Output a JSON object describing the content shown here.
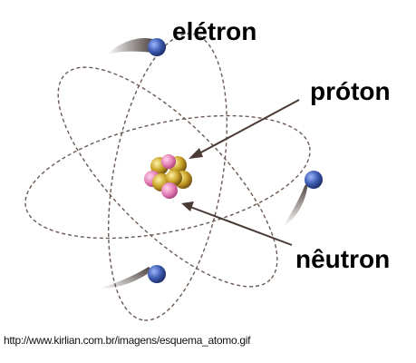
{
  "labels": {
    "electron": "elétron",
    "proton": "próton",
    "neutron": "nêutron"
  },
  "source_url": "http://www.kirlian.com.br/imagens/esquema_atomo.gif",
  "colors": {
    "background": "#ffffff",
    "orbit": "#6b5a52",
    "electron": "#3d5bb0",
    "proton": "#e37bb4",
    "neutron": "#c9a227",
    "arrow": "#4a3a36"
  }
}
